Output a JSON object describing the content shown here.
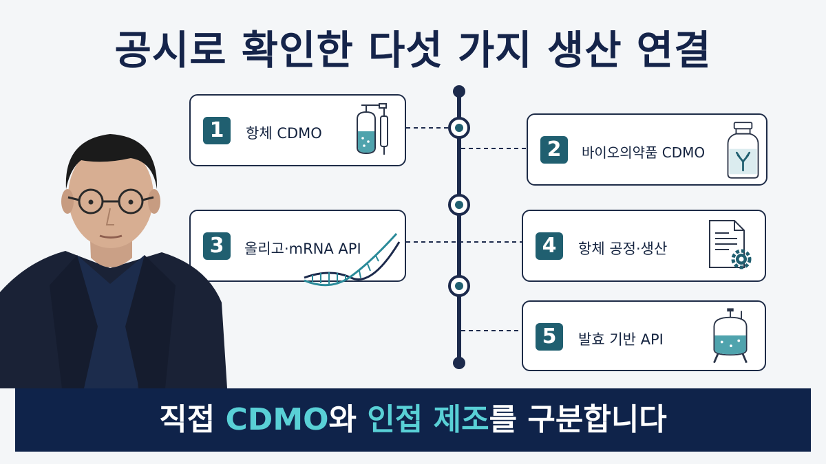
{
  "title": "공시로 확인한 다섯 가지 생산 연결",
  "items": [
    {
      "number": "1",
      "label": "항체 CDMO",
      "icon": "bioreactor-icon"
    },
    {
      "number": "2",
      "label": "바이오의약품 CDMO",
      "icon": "antibody-vial-icon"
    },
    {
      "number": "3",
      "label": "올리고·mRNA API",
      "icon": "dna-strand-icon"
    },
    {
      "number": "4",
      "label": "항체 공정·생산",
      "icon": "document-gear-icon"
    },
    {
      "number": "5",
      "label": "발효 기반 API",
      "icon": "fermenter-icon"
    }
  ],
  "banner": {
    "part1": "직접 ",
    "highlight1": "CDMO",
    "part2": "와 ",
    "highlight2": "인접 제조",
    "part3": "를 구분합니다"
  },
  "colors": {
    "navy": "#0f234a",
    "teal": "#205f70",
    "highlight": "#59d0d6"
  }
}
